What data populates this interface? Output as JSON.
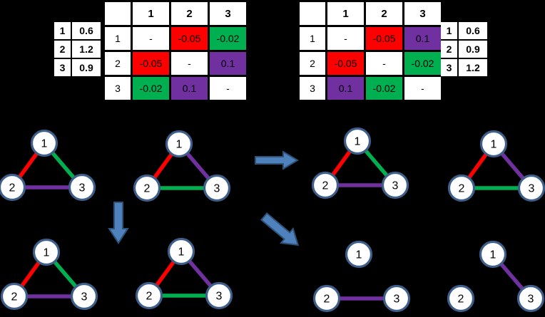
{
  "palette": {
    "red": "#FF0000",
    "green": "#00B050",
    "purple": "#7030A0",
    "white": "#FFFFFF",
    "node_border": "#3E5F8A",
    "arrow_fill": "#4F81BD",
    "arrow_border": "#2E5379",
    "background": "#000000",
    "cell_bg": "#FFFFFF"
  },
  "node_table_left": {
    "rows": [
      [
        "1",
        "0.6"
      ],
      [
        "2",
        "1.2"
      ],
      [
        "3",
        "0.9"
      ]
    ]
  },
  "node_table_right": {
    "rows": [
      [
        "1",
        "0.6"
      ],
      [
        "2",
        "0.9"
      ],
      [
        "3",
        "1.2"
      ]
    ]
  },
  "matrix_left": {
    "col_headers": [
      "1",
      "2",
      "3"
    ],
    "row_headers": [
      "1",
      "2",
      "3"
    ],
    "cells": [
      [
        {
          "value": "-",
          "color": "white"
        },
        {
          "value": "-0.05",
          "color": "red"
        },
        {
          "value": "-0.02",
          "color": "green"
        }
      ],
      [
        {
          "value": "-0.05",
          "color": "red"
        },
        {
          "value": "-",
          "color": "white"
        },
        {
          "value": "0.1",
          "color": "purple"
        }
      ],
      [
        {
          "value": "-0.02",
          "color": "green"
        },
        {
          "value": "0.1",
          "color": "purple"
        },
        {
          "value": "-",
          "color": "white"
        }
      ]
    ]
  },
  "matrix_right": {
    "col_headers": [
      "1",
      "2",
      "3"
    ],
    "row_headers": [
      "1",
      "2",
      "3"
    ],
    "cells": [
      [
        {
          "value": "-",
          "color": "white"
        },
        {
          "value": "-0.05",
          "color": "red"
        },
        {
          "value": "0.1",
          "color": "purple"
        }
      ],
      [
        {
          "value": "-0.05",
          "color": "red"
        },
        {
          "value": "-",
          "color": "white"
        },
        {
          "value": "-0.02",
          "color": "green"
        }
      ],
      [
        {
          "value": "0.1",
          "color": "purple"
        },
        {
          "value": "-0.02",
          "color": "green"
        },
        {
          "value": "-",
          "color": "white"
        }
      ]
    ]
  },
  "graphs": [
    {
      "name": "graph-top-left",
      "nodes": [
        "1",
        "2",
        "3"
      ],
      "edges": [
        {
          "from": "1",
          "to": "2",
          "color": "red"
        },
        {
          "from": "1",
          "to": "3",
          "color": "green"
        },
        {
          "from": "2",
          "to": "3",
          "color": "purple"
        }
      ]
    },
    {
      "name": "graph-top-second",
      "nodes": [
        "1",
        "2",
        "3"
      ],
      "edges": [
        {
          "from": "1",
          "to": "2",
          "color": "red"
        },
        {
          "from": "1",
          "to": "3",
          "color": "purple"
        },
        {
          "from": "2",
          "to": "3",
          "color": "green"
        }
      ]
    },
    {
      "name": "graph-top-third",
      "nodes": [
        "1",
        "2",
        "3"
      ],
      "edges": [
        {
          "from": "1",
          "to": "2",
          "color": "red"
        },
        {
          "from": "1",
          "to": "3",
          "color": "green"
        },
        {
          "from": "2",
          "to": "3",
          "color": "purple"
        }
      ]
    },
    {
      "name": "graph-top-right",
      "nodes": [
        "1",
        "2",
        "3"
      ],
      "edges": [
        {
          "from": "1",
          "to": "2",
          "color": "red"
        },
        {
          "from": "1",
          "to": "3",
          "color": "purple"
        },
        {
          "from": "2",
          "to": "3",
          "color": "green"
        }
      ]
    },
    {
      "name": "graph-bottom-left",
      "nodes": [
        "1",
        "2",
        "3"
      ],
      "edges": [
        {
          "from": "1",
          "to": "2",
          "color": "red"
        },
        {
          "from": "1",
          "to": "3",
          "color": "green"
        },
        {
          "from": "2",
          "to": "3",
          "color": "purple"
        }
      ]
    },
    {
      "name": "graph-bottom-second",
      "nodes": [
        "1",
        "2",
        "3"
      ],
      "edges": [
        {
          "from": "1",
          "to": "2",
          "color": "red"
        },
        {
          "from": "1",
          "to": "3",
          "color": "purple"
        },
        {
          "from": "2",
          "to": "3",
          "color": "green"
        }
      ]
    },
    {
      "name": "graph-bottom-third",
      "nodes": [
        "1",
        "2",
        "3"
      ],
      "edges": [
        {
          "from": "2",
          "to": "3",
          "color": "purple"
        }
      ]
    },
    {
      "name": "graph-bottom-right",
      "nodes": [
        "1",
        "2",
        "3"
      ],
      "edges": [
        {
          "from": "1",
          "to": "3",
          "color": "purple"
        }
      ]
    }
  ],
  "arrows": [
    {
      "name": "arrow-right",
      "direction": "right"
    },
    {
      "name": "arrow-down",
      "direction": "down"
    },
    {
      "name": "arrow-down-right",
      "direction": "down-right"
    }
  ]
}
